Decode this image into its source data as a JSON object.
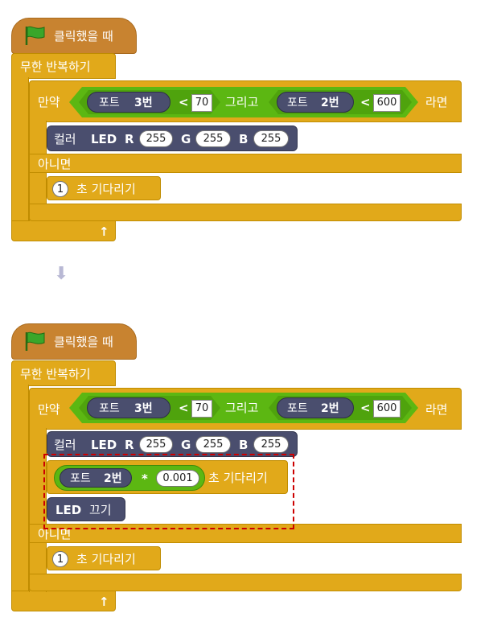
{
  "event": {
    "label": "클릭했을 때"
  },
  "loop": {
    "label": "무한 반복하기"
  },
  "if_block": {
    "if_label": "만약",
    "then_label": "라면",
    "else_label": "아니면"
  },
  "condition": {
    "left_sensor": {
      "port_text": "포트",
      "port_num": "3번"
    },
    "left_op": "<",
    "left_value": "70",
    "and_label": "그리고",
    "right_sensor": {
      "port_text": "포트",
      "port_num": "2번"
    },
    "right_op": "<",
    "right_value": "600"
  },
  "color_led": {
    "prefix": "컬러",
    "led": "LED",
    "r_label": "R",
    "r": "255",
    "g_label": "G",
    "g": "255",
    "b_label": "B",
    "b": "255"
  },
  "wait_else": {
    "value": "1",
    "label": "초 기다리기"
  },
  "wait_mul": {
    "port_text": "포트",
    "port_num": "2번",
    "op": "*",
    "factor": "0.001",
    "label": "초 기다리기"
  },
  "led_off": {
    "led": "LED",
    "label": "끄기"
  },
  "transition_arrow": "⬇",
  "loop_arrow": "↑",
  "colors": {
    "control": "#e1a91a",
    "event": "#c88330",
    "operator": "#5cb712",
    "sensor": "#4a4e6e",
    "highlight": "#cc0000"
  }
}
